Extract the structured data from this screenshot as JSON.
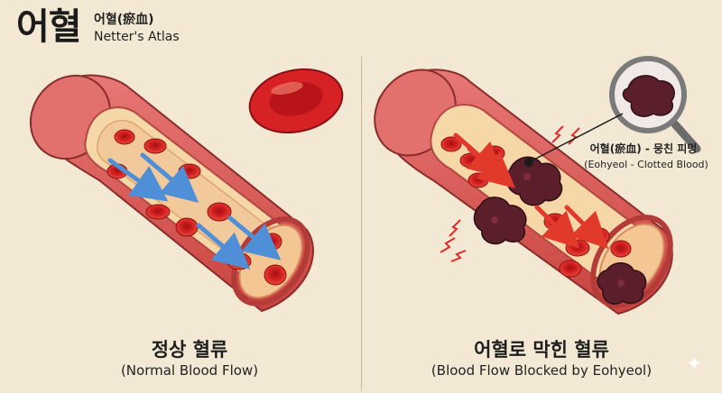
{
  "header": {
    "title": "어혈",
    "subtitle_ko": "어혈(瘀血)",
    "subtitle_en": "Netter's Atlas"
  },
  "left_panel": {
    "caption_ko": "정상 혈류",
    "caption_en": "(Normal Blood Flow)"
  },
  "right_panel": {
    "caption_ko": "어혈로 막힌 혈류",
    "caption_en": "(Blood Flow Blocked by Eohyeol)",
    "annotation_ko": "어혈(瘀血) - 뭉친 피멍",
    "annotation_en": "(Eohyeol - Clotted Blood)"
  },
  "icons": [
    "magnifier-icon",
    "sparkle-icon",
    "blood-cell-icon",
    "lightning-icon"
  ],
  "colors": {
    "background": "#f3e8d3",
    "vessel_wall": "#d9575a",
    "vessel_inner": "#f6d7a8",
    "blood_cell": "#d42020",
    "clot": "#5a1f2b",
    "flow_arrow_normal": "#4f8fd8",
    "flow_arrow_blocked": "#e23a2a"
  }
}
